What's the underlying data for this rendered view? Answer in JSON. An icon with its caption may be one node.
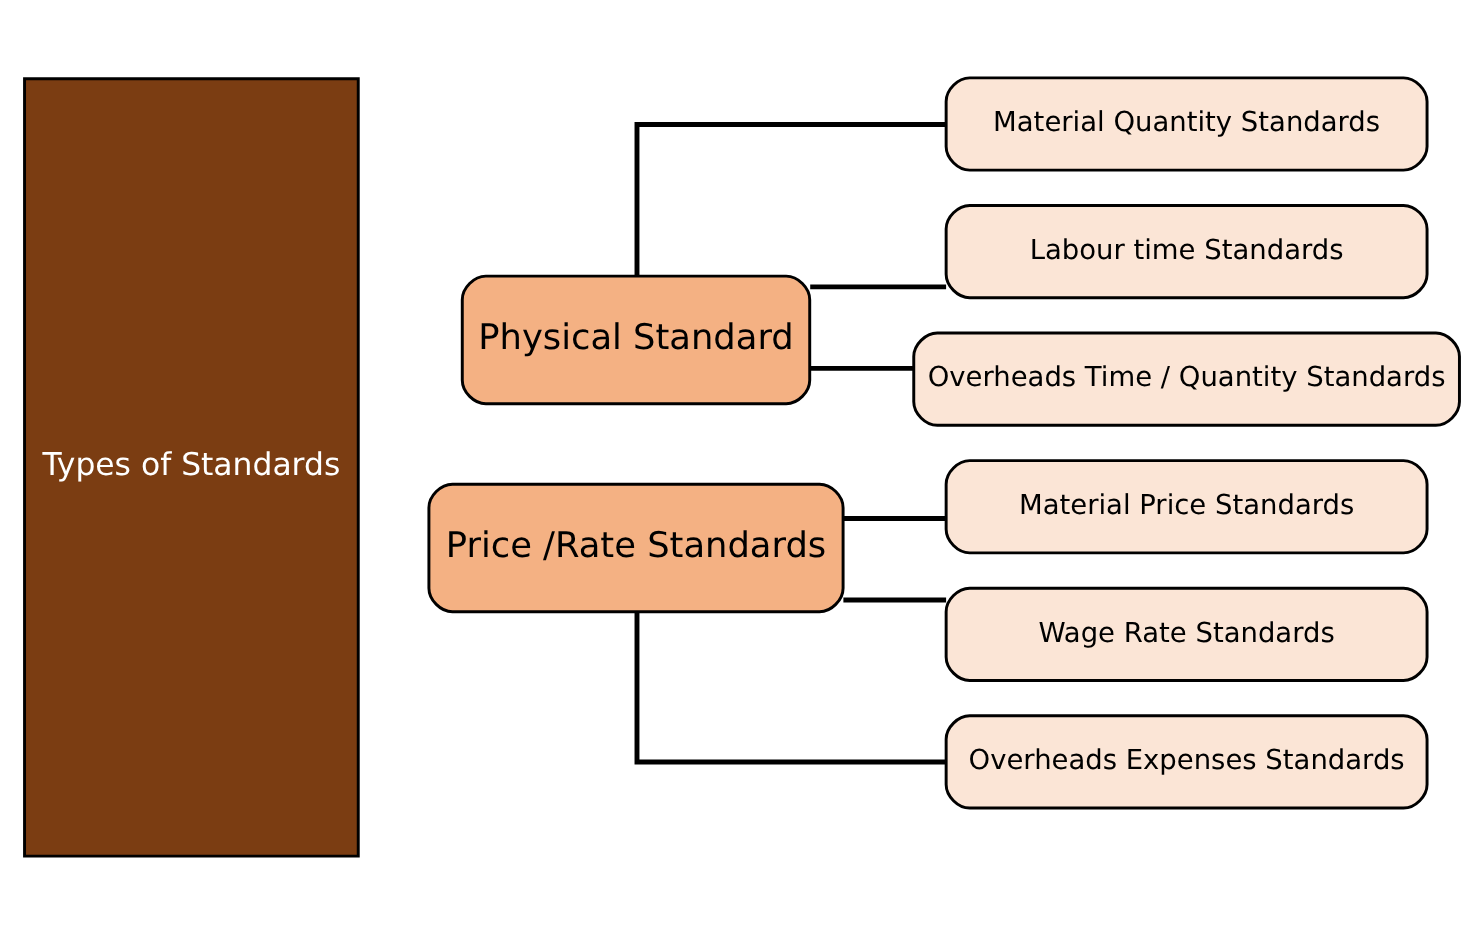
{
  "diagram": {
    "nodes": [
      {
        "text": [
          "Types of Standards"
        ]
      },
      {
        "text": [
          "Physical Standard"
        ]
      },
      {
        "text": [
          "Material Quantity Standards"
        ]
      },
      {
        "text": [
          "Labour time Standards"
        ]
      },
      {
        "text": [
          "Overheads Time / Quantity Standards"
        ]
      },
      {
        "text": [
          "Price /Rate Standards"
        ]
      },
      {
        "text": [
          "Material Price Standards"
        ]
      },
      {
        "text": [
          "Wage Rate Standards"
        ]
      },
      {
        "text": [
          "Overheads Expenses Standards"
        ]
      }
    ],
    "edges": [
      {
        "from": 1,
        "to": 2,
        "arrow": "none"
      },
      {
        "from": 1,
        "to": 3,
        "arrow": "none"
      },
      {
        "from": 1,
        "to": 4,
        "arrow": "none"
      },
      {
        "from": 5,
        "to": 6,
        "arrow": "none"
      },
      {
        "from": 5,
        "to": 7,
        "arrow": "none"
      },
      {
        "from": 5,
        "to": 8,
        "arrow": "none"
      }
    ]
  }
}
